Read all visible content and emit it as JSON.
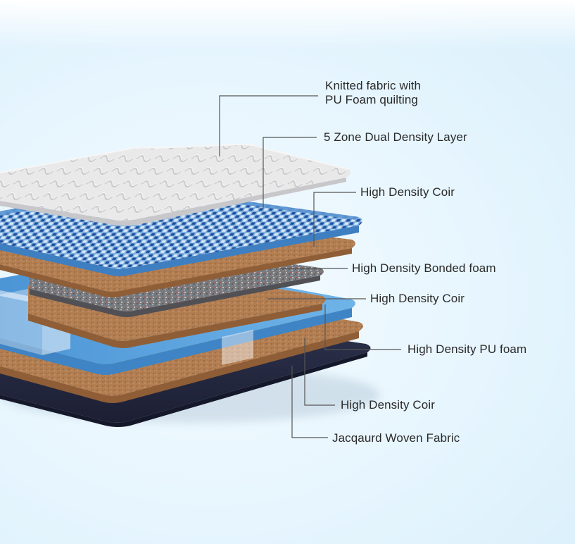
{
  "callouts": [
    {
      "lines": [
        "Knitted fabric with",
        "PU Foam quilting"
      ]
    },
    {
      "lines": [
        "5 Zone Dual Density Layer"
      ]
    },
    {
      "lines": [
        "High Density Coir"
      ]
    },
    {
      "lines": [
        "High Density Bonded foam"
      ]
    },
    {
      "lines": [
        "High Density Coir"
      ]
    },
    {
      "lines": [
        "High Density PU foam"
      ]
    },
    {
      "lines": [
        "High Density Coir"
      ]
    },
    {
      "lines": [
        "Jacqaurd Woven Fabric"
      ]
    }
  ],
  "colors": {
    "leader_line": "#555555",
    "quilt_fabric": "#e6e6e6",
    "dual_density_blue": "#4d8fd0",
    "coir": "#b07a4c",
    "bonded_foam": "#6f6f6f",
    "pu_foam_blue": "#5aa2dd",
    "woven_base": "#25293f"
  }
}
